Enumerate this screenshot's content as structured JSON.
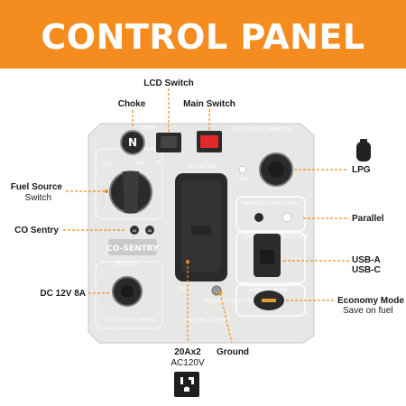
{
  "header": {
    "title": "CONTROL PANEL"
  },
  "colors": {
    "banner": "#f48c1f",
    "panel": "#e7e7e5",
    "callout": "#f48c1f",
    "switch_red": "#e4272b"
  },
  "labels": {
    "lcd_switch": "LCD Switch",
    "choke": "Choke",
    "main_switch": "Main Switch",
    "fuel_source_line1": "Fuel Source",
    "fuel_source_line2": "Switch",
    "lpg": "LPG",
    "parallel": "Parallel",
    "co_sentry": "CO Sentry",
    "usb_a": "USB-A",
    "usb_c": "USB-C",
    "dc": "DC 12V 8A",
    "economy_mode": "Economy Mode",
    "save_on_fuel": "Save on fuel",
    "outlet_line1": "20Ax2",
    "outlet_line2": "AC120V",
    "ground": "Ground"
  },
  "panel_text": {
    "choke": "CHOKE",
    "lpg": "LPG",
    "gas": "GAS",
    "ac_rating": "AC 120V 20A",
    "lpg_port": "LPG",
    "output": "OUTPUT",
    "overload": "OVERLOAD",
    "low_oil": "LOW OIL",
    "parallel_connectors": "PARALLEL CONNECTORS",
    "usb": "USB 5V 3A QC 3.0 DC 12V 18W",
    "economy_mode": "ECONOMY MODE",
    "co_sentry_logo": "CO-SENTRY",
    "dc_rating": "DC 12V 8A",
    "dc_system": "DC SYSTEM FLOATING",
    "neutral_floating": "NEUTRAL FLOATING",
    "ground_connector": "GROUND CONNECTOR",
    "co_value_1": "00",
    "co_value_2": "85",
    "choke_pos": "N",
    "fuel_pos_low": "0.5"
  }
}
